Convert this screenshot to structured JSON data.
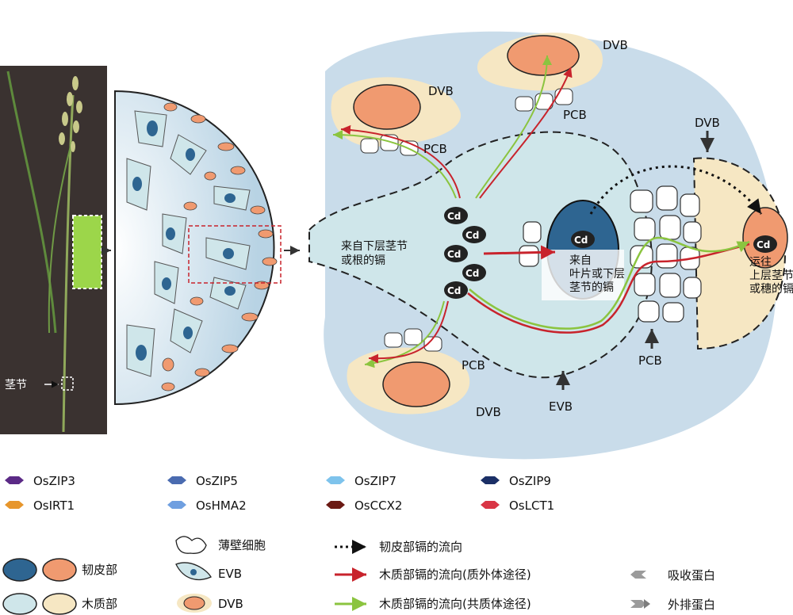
{
  "colors": {
    "phloem_dark": "#2e6591",
    "phloem_orange": "#f09a70",
    "xylem_light": "#cfe6ea",
    "xylem_cream": "#f6e7c3",
    "background_blue": "#c9dcea",
    "photo_bg": "#3a3230",
    "xylem_flow_red": "#c8232c",
    "xylem_flow_green": "#8bc43f"
  },
  "photo": {
    "node_label": "茎节"
  },
  "section_labels": {
    "dvb_top_left": "DVB",
    "dvb_top": "DVB",
    "dvb_right": "DVB",
    "dvb_bottom": "DVB",
    "pcb_top_left": "PCB",
    "pcb_top": "PCB",
    "pcb_bottom": "PCB",
    "pcb_right": "PCB",
    "evb": "EVB",
    "from_lower": "来自下层茎节\n或根的镉",
    "from_leaf": "来自\n叶片或下层\n茎节的镉",
    "to_upper": "运往\n上层茎节\n或穗的镉",
    "cd": "Cd"
  },
  "transporter_legend": [
    {
      "name": "OsZIP3",
      "color": "#5b2a86"
    },
    {
      "name": "OsZIP5",
      "color": "#4a6bb0"
    },
    {
      "name": "OsZIP7",
      "color": "#7ec3ec"
    },
    {
      "name": "OsZIP9",
      "color": "#1b2f66"
    },
    {
      "name": "OsIRT1",
      "color": "#e7962c"
    },
    {
      "name": "OsHMA2",
      "color": "#6f9fe0"
    },
    {
      "name": "OsCCX2",
      "color": "#6b1a14"
    },
    {
      "name": "OsLCT1",
      "color": "#d93545"
    }
  ],
  "structure_legend": {
    "phloem": "韧皮部",
    "xylem": "木质部",
    "parenchyma": "薄壁细胞",
    "evb": "EVB",
    "dvb": "DVB"
  },
  "flow_legend": {
    "phloem_flow": "韧皮部镉的流向",
    "xylem_apoplast": "木质部镉的流向(质外体途径)",
    "xylem_symplast": "木质部镉的流向(共质体途径)"
  },
  "protein_legend": {
    "uptake": "吸收蛋白",
    "efflux": "外排蛋白"
  }
}
